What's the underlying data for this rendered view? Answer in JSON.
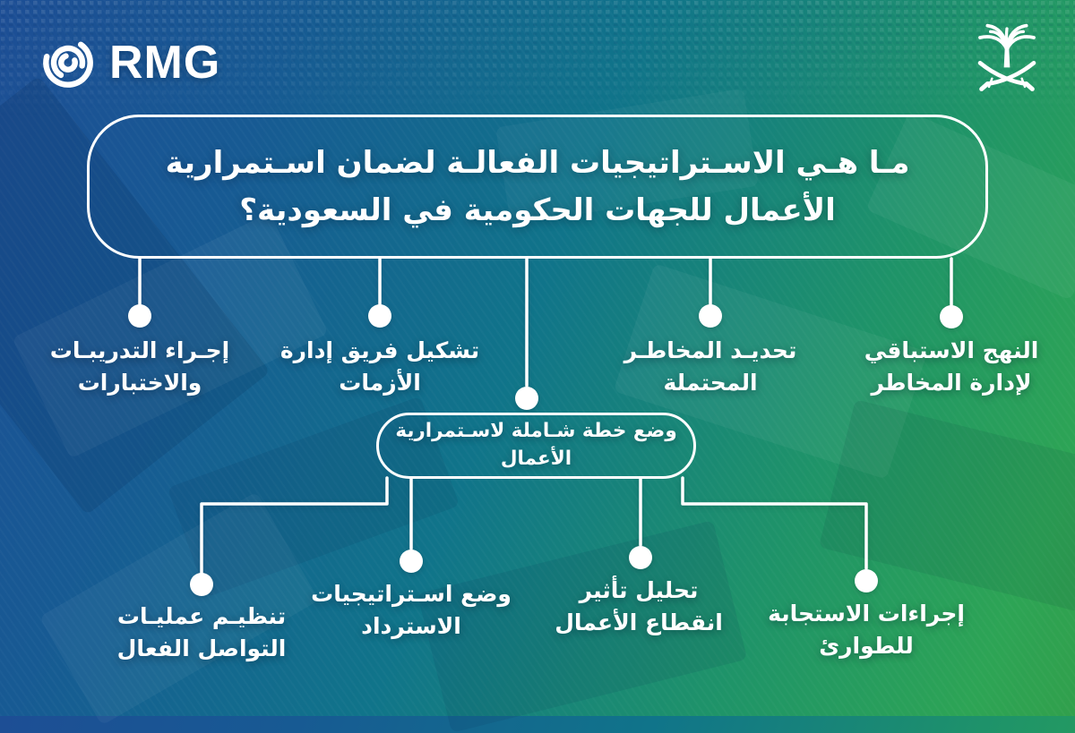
{
  "header": {
    "brand_name": "RMG"
  },
  "question": {
    "line1": "مـا هـي الاسـتراتيجيات الفعالـة لضمان اسـتمرارية",
    "line2": "الأعمال للجهات الحكومية في السعودية؟"
  },
  "strategies_top": [
    {
      "line1": "إجـراء التدريبـات",
      "line2": "والاختبارات"
    },
    {
      "line1": "تشكيل فريق إدارة",
      "line2": "الأزمات"
    },
    {
      "line1": "تحديـد المخاطـر",
      "line2": "المحتملة"
    },
    {
      "line1": "النهج الاستباقي",
      "line2": "لإدارة المخاطر"
    }
  ],
  "central_plan": {
    "line1": "وضع خطة شـاملة لاسـتمرارية",
    "line2": "الأعمال"
  },
  "strategies_bottom": [
    {
      "line1": "تنظيـم عمليـات",
      "line2": "التواصل الفعال"
    },
    {
      "line1": "وضع اسـتراتيجيات",
      "line2": "الاسترداد"
    },
    {
      "line1": "تحليل تأثير",
      "line2": "انقطاع الأعمال"
    },
    {
      "line1": "إجراءات الاستجابة",
      "line2": "للطوارئ"
    }
  ],
  "colors": {
    "gradient_start": "#1d4e95",
    "gradient_mid": "#10748a",
    "gradient_end": "#31a04c",
    "line_color": "#ffffff",
    "text_color": "#ffffff"
  }
}
